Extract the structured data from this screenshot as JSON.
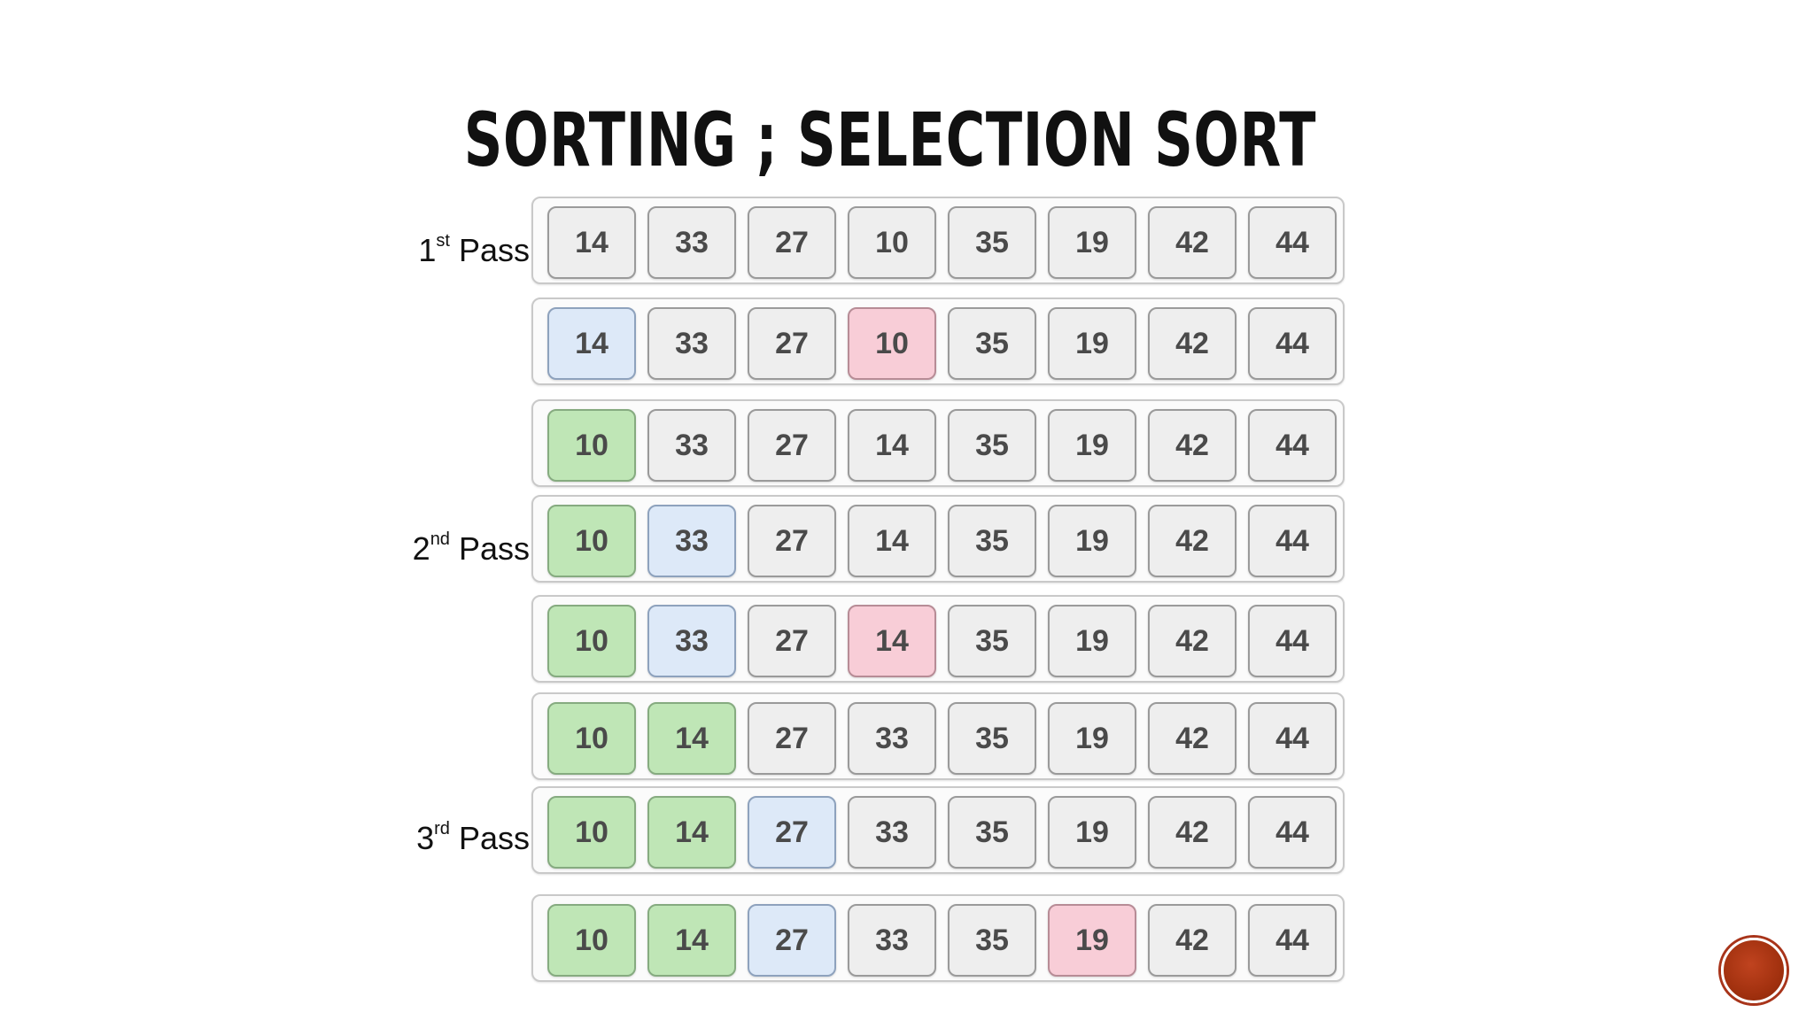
{
  "title": "SORTING ; SELECTION SORT",
  "pass_labels": [
    {
      "num": "1",
      "sup": "st",
      "word": "Pass"
    },
    {
      "num": "2",
      "sup": "nd",
      "word": "Pass"
    },
    {
      "num": "3",
      "sup": "rd",
      "word": "Pass"
    }
  ],
  "rows": [
    {
      "values": [
        "14",
        "33",
        "27",
        "10",
        "35",
        "19",
        "42",
        "44"
      ],
      "states": [
        "n",
        "n",
        "n",
        "n",
        "n",
        "n",
        "n",
        "n"
      ]
    },
    {
      "values": [
        "14",
        "33",
        "27",
        "10",
        "35",
        "19",
        "42",
        "44"
      ],
      "states": [
        "c",
        "n",
        "n",
        "m",
        "n",
        "n",
        "n",
        "n"
      ]
    },
    {
      "values": [
        "10",
        "33",
        "27",
        "14",
        "35",
        "19",
        "42",
        "44"
      ],
      "states": [
        "s",
        "n",
        "n",
        "n",
        "n",
        "n",
        "n",
        "n"
      ]
    },
    {
      "values": [
        "10",
        "33",
        "27",
        "14",
        "35",
        "19",
        "42",
        "44"
      ],
      "states": [
        "s",
        "c",
        "n",
        "n",
        "n",
        "n",
        "n",
        "n"
      ]
    },
    {
      "values": [
        "10",
        "33",
        "27",
        "14",
        "35",
        "19",
        "42",
        "44"
      ],
      "states": [
        "s",
        "c",
        "n",
        "m",
        "n",
        "n",
        "n",
        "n"
      ]
    },
    {
      "values": [
        "10",
        "14",
        "27",
        "33",
        "35",
        "19",
        "42",
        "44"
      ],
      "states": [
        "s",
        "s",
        "n",
        "n",
        "n",
        "n",
        "n",
        "n"
      ]
    },
    {
      "values": [
        "10",
        "14",
        "27",
        "33",
        "35",
        "19",
        "42",
        "44"
      ],
      "states": [
        "s",
        "s",
        "c",
        "n",
        "n",
        "n",
        "n",
        "n"
      ]
    },
    {
      "values": [
        "10",
        "14",
        "27",
        "33",
        "35",
        "19",
        "42",
        "44"
      ],
      "states": [
        "s",
        "s",
        "c",
        "n",
        "n",
        "m",
        "n",
        "n"
      ]
    }
  ],
  "colors": {
    "sorted": "#bfe6b6",
    "current": "#dde9f8",
    "minimum": "#f8cdd7",
    "default": "#eeeeee",
    "nav_button": "#a2310f"
  }
}
